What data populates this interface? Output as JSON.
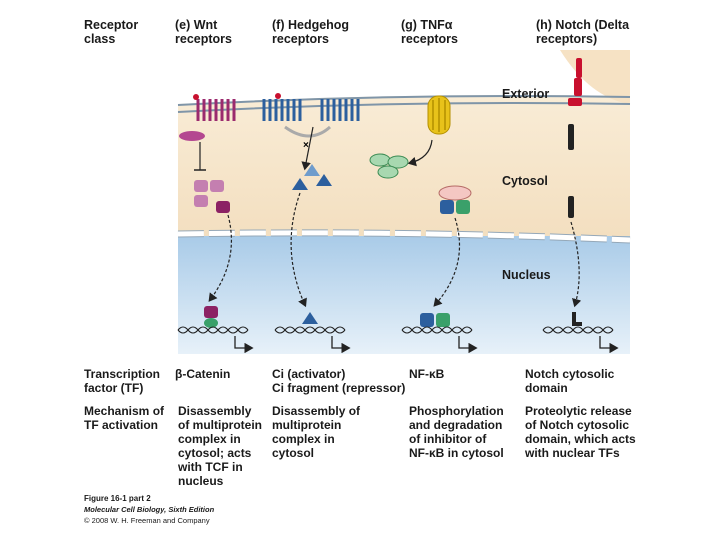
{
  "headers": {
    "receptor_class": "Receptor\nclass",
    "col_e": "(e) Wnt\nreceptors",
    "col_f": "(f) Hedgehog\nreceptors",
    "col_g": "(g) TNFα\nreceptors",
    "col_h": "(h) Notch (Delta\nreceptors)"
  },
  "zones": {
    "exterior": "Exterior",
    "cytosol": "Cytosol",
    "nucleus": "Nucleus"
  },
  "row_labels": {
    "tf": "Transcription\nfactor (TF)",
    "mechanism": "Mechanism of\nTF activation"
  },
  "tf": {
    "e": "β-Catenin",
    "f": "Ci (activator)\nCi fragment (repressor)",
    "g": "NF-κB",
    "h": "Notch cytosolic\ndomain"
  },
  "mechanism": {
    "e": "Disassembly\nof multiprotein\ncomplex in\ncytosol; acts\nwith TCF in\nnucleus",
    "f": "Disassembly of\nmultiprotein\ncomplex in\ncytosol",
    "g": "Phosphorylation\nand degradation\nof inhibitor of\nNF-κB in cytosol",
    "h": "Proteolytic release\nof Notch cytosolic\ndomain, which acts\nwith nuclear TFs"
  },
  "caption": {
    "figure": "Figure 16-1 part 2",
    "book": "Molecular Cell Biology, Sixth Edition",
    "copyright": "© 2008 W. H. Freeman and Company"
  },
  "colors": {
    "exterior_bg": "#ffffff",
    "cytosol_bg": "#f6e7cf",
    "nucleus_bg": "#c8dff0",
    "membrane": "#7f95a8",
    "wnt_receptor": "#9b2a6e",
    "hedgehog_receptor": "#2c5f9e",
    "tnf_receptor": "#e8c21a",
    "notch": "#c8102e"
  }
}
